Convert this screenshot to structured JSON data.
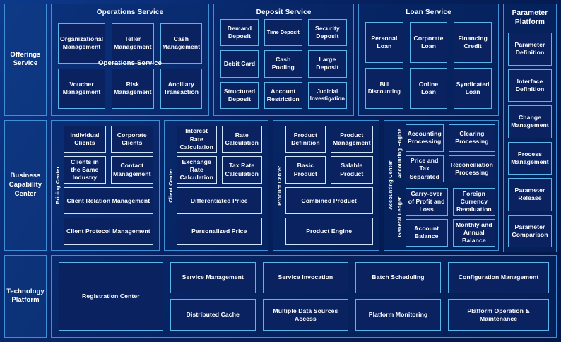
{
  "rows": {
    "offerings_label": "Offerings Service",
    "business_label": "Business Capability Center",
    "technology_label": "Technology Platform"
  },
  "offerings": {
    "operations": {
      "title": "Operations Service",
      "title_duplicate": "Operations Service",
      "items": [
        "Organizational Management",
        "Teller Management",
        "Cash Management",
        "Voucher Management",
        "Risk Management",
        "Ancillary Transaction"
      ]
    },
    "deposit": {
      "title": "Deposit Service",
      "items": [
        "Demand Deposit",
        "Time Deposit",
        "Security Deposit",
        "Debit Card",
        "Cash Pooling",
        "Large Deposit",
        "Structured Deposit",
        "Account Restriction",
        "Judicial Investigation"
      ]
    },
    "loan": {
      "title": "Loan Service",
      "items": [
        "Personal Loan",
        "Corporate Loan",
        "Financing Credit",
        "Bill Discounting",
        "Online Loan",
        "Syndicated Loan"
      ]
    }
  },
  "parameter_platform": {
    "title_line1": "Parameter",
    "title_line2": "Platform",
    "items": [
      "Parameter Definition",
      "Interface Definition",
      "Change Management",
      "Process Management",
      "Parameter Release",
      "Parameter Comparison"
    ]
  },
  "business": {
    "pricing_center": {
      "vlabel": "Pricing Center",
      "items": [
        "Individual Clients",
        "Corporate Clients",
        "Clients in the Same Industry",
        "Contact Management",
        "Client Relation Management",
        "Client Protocol Management"
      ]
    },
    "client_center": {
      "vlabel": "Client Center",
      "items": [
        "Interest Rate Calculation",
        "Rate Calculation",
        "Exchange Rate Calculation",
        "Tax Rate Calculation",
        "Differentiated Price",
        "Personalized Price"
      ]
    },
    "product_center": {
      "vlabel": "Product Center",
      "items": [
        "Product Definition",
        "Product Management",
        "Basic Product",
        "Salable Product",
        "Combined Product",
        "Product Engine"
      ]
    },
    "accounting_center": {
      "vlabel": "Accounting Center",
      "engine": {
        "vlabel": "Accounting Engine",
        "items": [
          "Accounting Processing",
          "Clearing Processing",
          "Price and Tax Separated",
          "Reconciliation Processing"
        ]
      },
      "ledger": {
        "vlabel": "General Ledger",
        "items": [
          "Carry-over of Profit and Loss",
          "Foreign Currency Revaluation",
          "Account Balance",
          "Monthly and Annual Balance"
        ]
      }
    }
  },
  "technology": {
    "items": [
      "Registration Center",
      "Service Management",
      "Service Invocation",
      "Batch Scheduling",
      "Configuration Management",
      "Distributed Cache",
      "Multiple Data Sources Access",
      "Platform Monitoring",
      "Platform Operation & Maintenance"
    ]
  },
  "colors": {
    "background_start": "#0d3a8c",
    "background_end": "#03184a",
    "panel_border": "#3f8fd6",
    "cell_border": "#5bb4ea",
    "cell_fill": "#0a2260",
    "text": "#ffffff"
  }
}
